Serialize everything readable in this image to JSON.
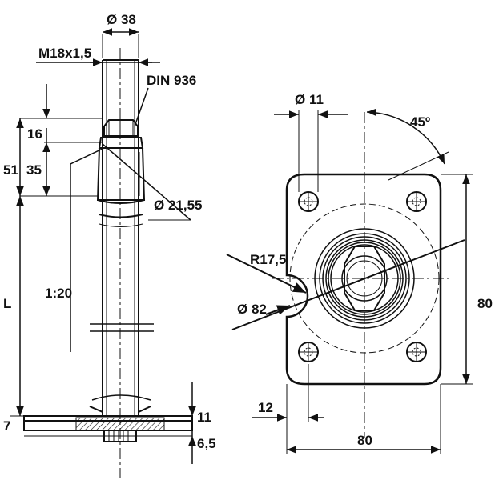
{
  "left_view": {
    "dimensions": {
      "d38": "Ø 38",
      "thread": "M18x1,5",
      "din": "DIN 936",
      "h16": "16",
      "h51": "51",
      "h35": "35",
      "d2155": "Ø 21,55",
      "taper": "1:20",
      "length": "L",
      "h7": "7",
      "h11": "11",
      "h65": "6,5"
    }
  },
  "right_view": {
    "dimensions": {
      "hole": "Ø 11",
      "angle": "45º",
      "radius": "R17,5",
      "d82": "Ø 82",
      "height80": "80",
      "width12": "12",
      "width80": "80"
    }
  }
}
